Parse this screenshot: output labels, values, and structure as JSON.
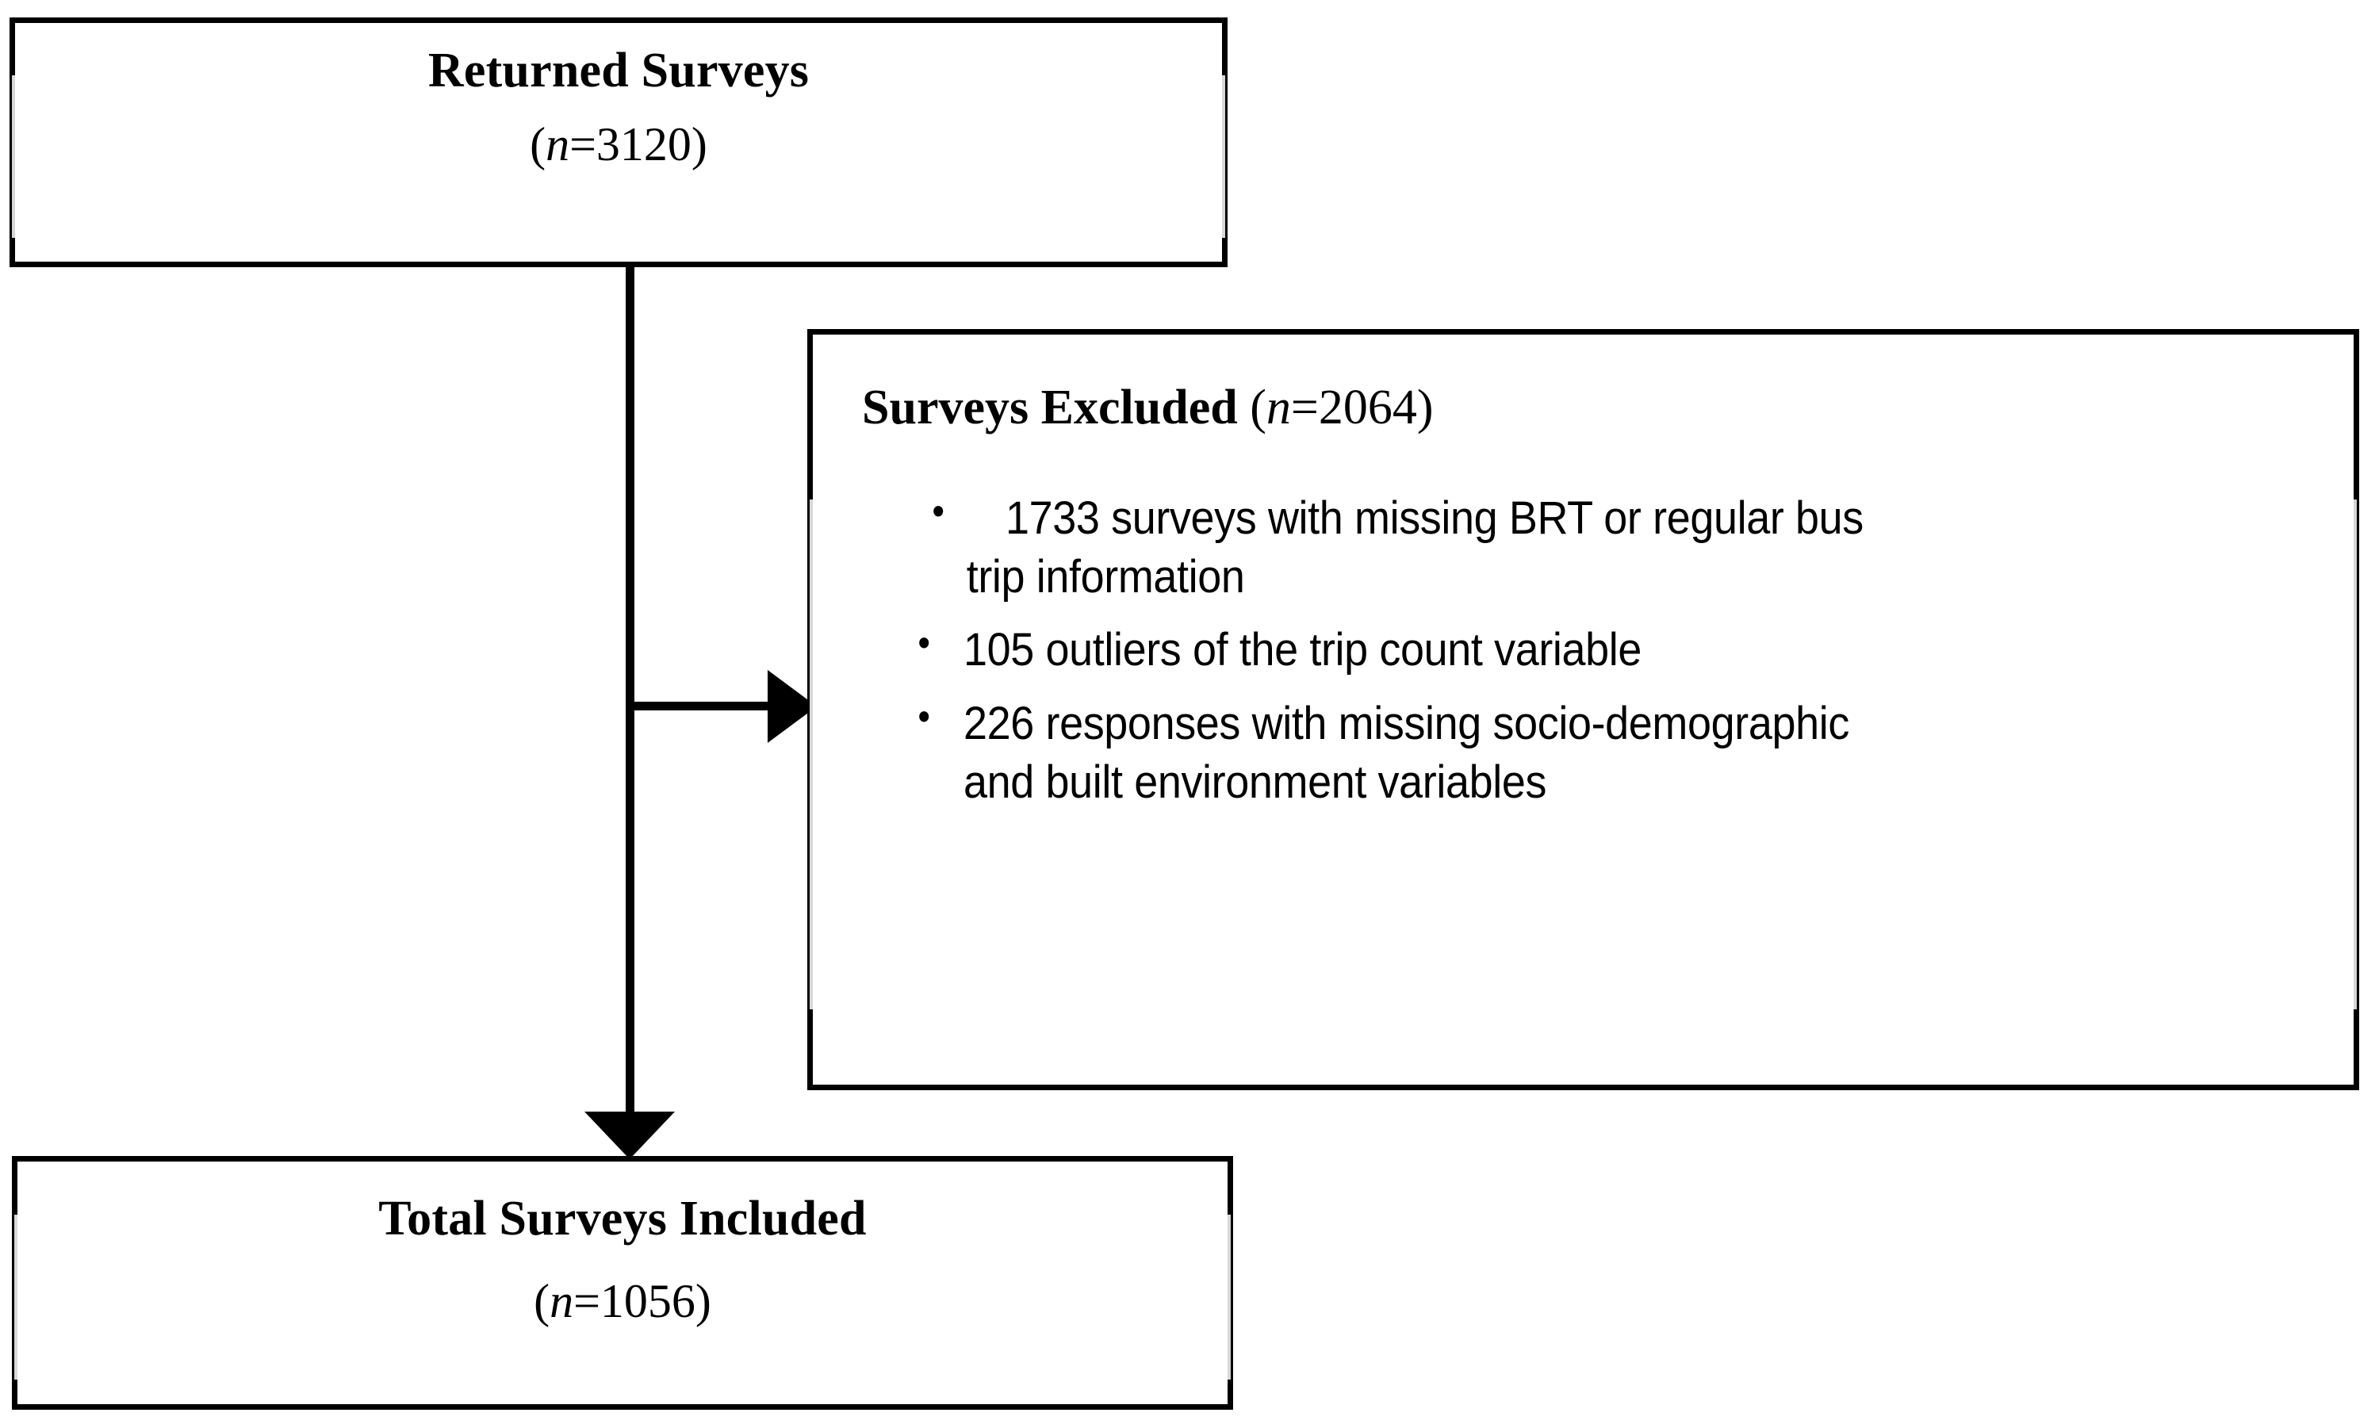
{
  "diagram": {
    "type": "flowchart",
    "title": "Survey inclusion flow diagram",
    "accent_color": "#000000",
    "background_color": "#ffffff"
  },
  "boxes": {
    "returned": {
      "title": "Returned Surveys",
      "count_prefix": "(",
      "count_symbol": "n",
      "count_value": "=3120)"
    },
    "excluded": {
      "heading_bold": "Surveys Excluded ",
      "heading_prefix": "(",
      "heading_symbol": "n",
      "heading_value": "=2064)",
      "bullets": [
        {
          "marker": "•",
          "line1": " 1733 surveys with missing BRT or regular bus",
          "line2": "trip information"
        },
        {
          "marker": "•",
          "line1": "105 outliers of the trip count variable",
          "line2": ""
        },
        {
          "marker": "•",
          "line1": "226 responses with missing socio-demographic",
          "line2": "and built environment variables"
        }
      ]
    },
    "included": {
      "title": "Total Surveys Included",
      "count_prefix": "(",
      "count_symbol": "n",
      "count_value": "=1056)"
    }
  },
  "connectors": {
    "vertical_label": "returned-to-included",
    "branch_label": "returned-to-excluded"
  }
}
